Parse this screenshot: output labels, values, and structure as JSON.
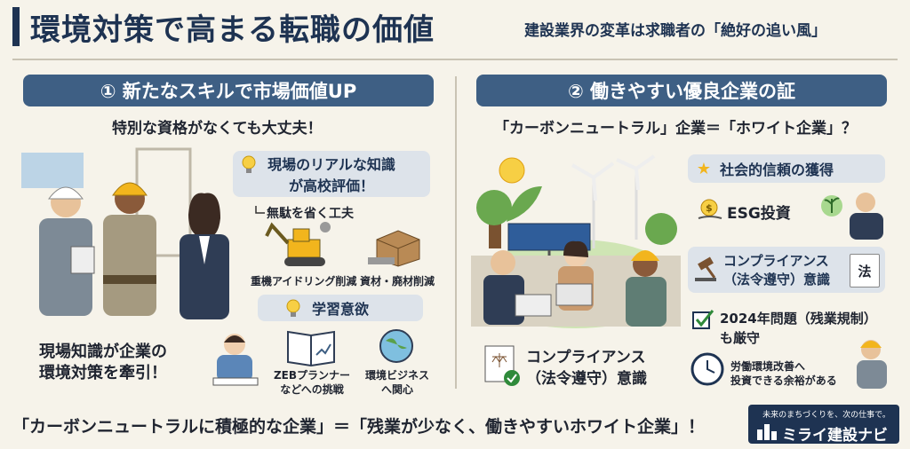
{
  "header": {
    "title": "環境対策で高まる転職の価値",
    "subtitle": "建設業界の変革は求職者の「絶好の追い風」"
  },
  "left": {
    "heading": "① 新たなスキルで市場価値UP",
    "lead": "特別な資格がなくても大丈夫！",
    "callout1_line1": "現場のリアルな知識",
    "callout1_line2": "が高校評価！",
    "sub_heading": "無駄を省く工夫",
    "item1": "重機アイドリング削減",
    "item2": "資材・廃材削減",
    "callout2": "学習意欲",
    "item3_line1": "ZEBプランナー",
    "item3_line2": "などへの挑戦",
    "item4_line1": "環境ビジネス",
    "item4_line2": "へ関心",
    "tagline_line1": "現場知識が企業の",
    "tagline_line2": "環境対策を牽引！"
  },
  "right": {
    "heading": "② 働きやすい優良企業の証",
    "lead": "「カーボンニュートラル」企業＝「ホワイト企業」？",
    "badge1": "社会的信頼の獲得",
    "esg": "ESG投資",
    "badge2_line1": "コンプライアンス",
    "badge2_line2": "（法令遵守）意識",
    "law_glyph": "法",
    "check_line1": "2024年問題（残業規制）",
    "check_line2": "も厳守",
    "work_line1": "労働環境改善へ",
    "work_line2": "投資できる余裕がある",
    "compliance_line1": "コンプライアンス",
    "compliance_line2": "（法令遵守）意識"
  },
  "footer": {
    "conclusion": "「カーボンニュートラルに積極的な企業」＝「残業が少なく、働きやすいホワイト企業」！",
    "logo_tagline": "未来のまちづくりを、次の仕事で。",
    "logo_name": "ミライ建設ナビ"
  },
  "colors": {
    "navy": "#1e3352",
    "section_blue": "#3e5f84",
    "pill_bg": "#dde3ea",
    "background": "#f6f3ea",
    "accent_yellow": "#f2b51d"
  }
}
